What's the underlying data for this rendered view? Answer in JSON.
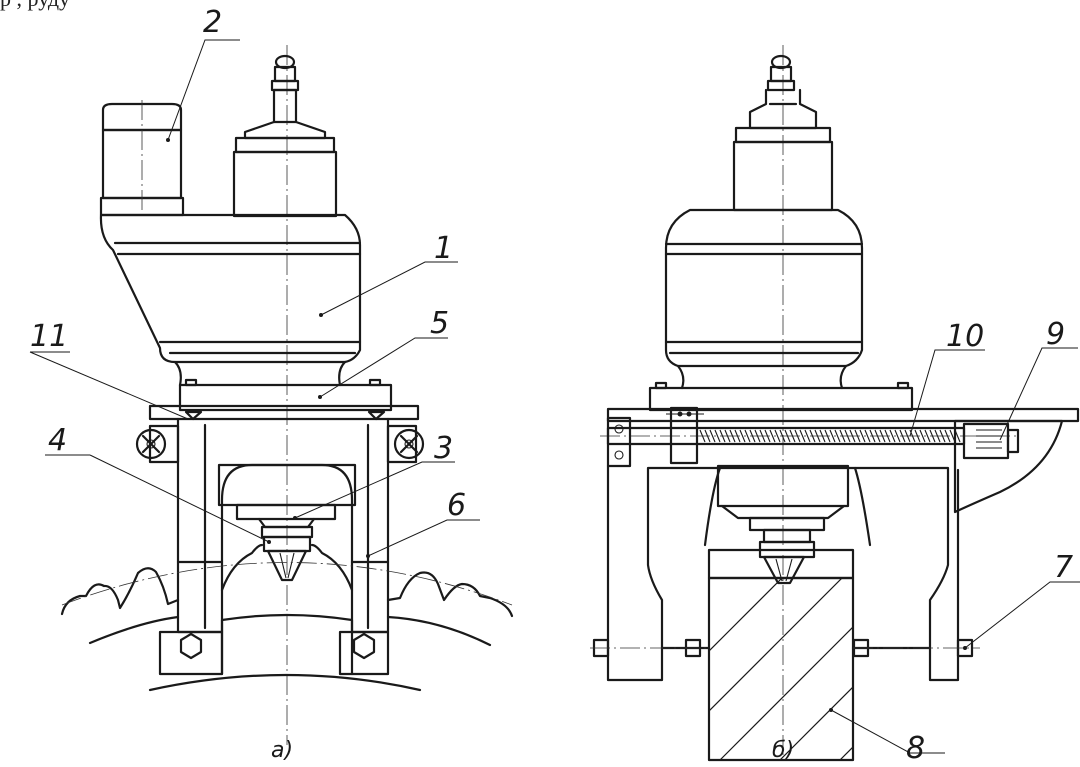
{
  "top_text": "р                                                                                  ,            рудy",
  "callouts": [
    "1",
    "2",
    "3",
    "4",
    "5",
    "6",
    "7",
    "8",
    "9",
    "10",
    "11"
  ],
  "subfigures": {
    "a": "а)",
    "b": "б)"
  }
}
